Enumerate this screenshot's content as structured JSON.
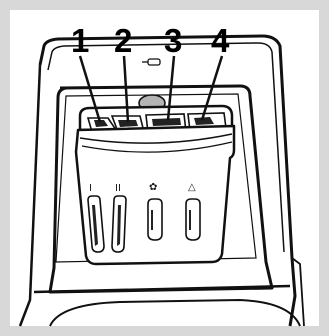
{
  "callouts": [
    "1",
    "2",
    "3",
    "4"
  ],
  "compartment_symbols": [
    "I",
    "II",
    "✿",
    "△"
  ],
  "colors": {
    "frame": "#d8d8d8",
    "body": "#ffffff",
    "line": "#111111",
    "cap": "#b3b3b3"
  }
}
